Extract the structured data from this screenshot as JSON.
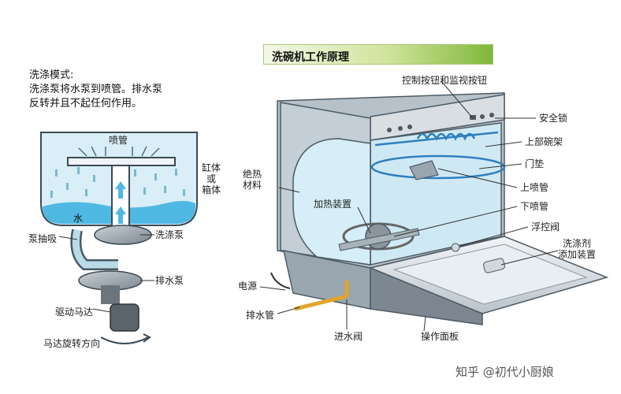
{
  "title": "洗碗机工作原理",
  "left_panel": {
    "heading": "洗涤模式:",
    "lines": [
      "洗涤泵将水泵到喷管。排水泵",
      "反转并且不起任何作用。"
    ],
    "labels": {
      "spray_tube": "喷管",
      "tank": [
        "缸体",
        "或",
        "箱体"
      ],
      "water": "水",
      "pump_suction": "泵抽吸",
      "wash_pump": "洗涤泵",
      "drain_pump": "排水泵",
      "drive_motor": "驱动马达",
      "motor_direction": "马达旋转方向"
    }
  },
  "right_panel": {
    "labels": {
      "control_buttons": "控制按钮和监视按钮",
      "safety_lock": "安全锁",
      "upper_rack": "上部碗架",
      "door_seal": "门垫",
      "upper_spray": "上喷管",
      "insulation": [
        "绝热",
        "材料"
      ],
      "heater": "加热装置",
      "lower_spray": "下喷管",
      "float_valve": "浮控阀",
      "detergent": [
        "洗涤剂",
        "添加装置"
      ],
      "power": "电源",
      "drain_pipe": "排水管",
      "inlet_valve": "进水阀",
      "panel": "操作面板"
    }
  },
  "watermark": "知乎 @初代小厨娘"
}
